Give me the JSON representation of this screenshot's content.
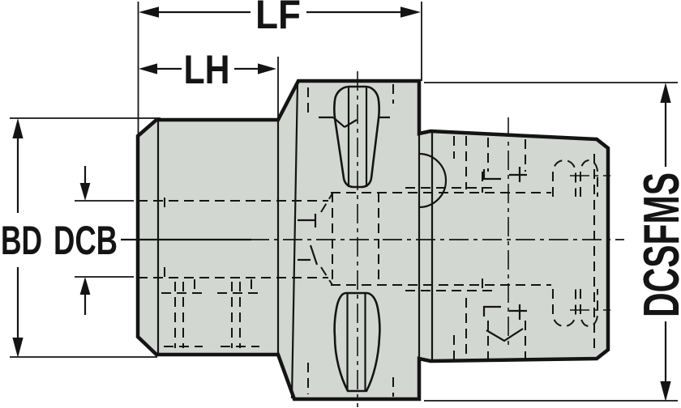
{
  "drawing": {
    "description": "tool-holder-adapter-dimension-drawing",
    "labels": {
      "lf": "LF",
      "lh": "LH",
      "bd": "BD",
      "dcb": "DCB",
      "dcsfms": "DCSFMS"
    },
    "colors": {
      "line": "#141414",
      "body_fill": "#d3d7d2",
      "background": "#ffffff"
    }
  }
}
